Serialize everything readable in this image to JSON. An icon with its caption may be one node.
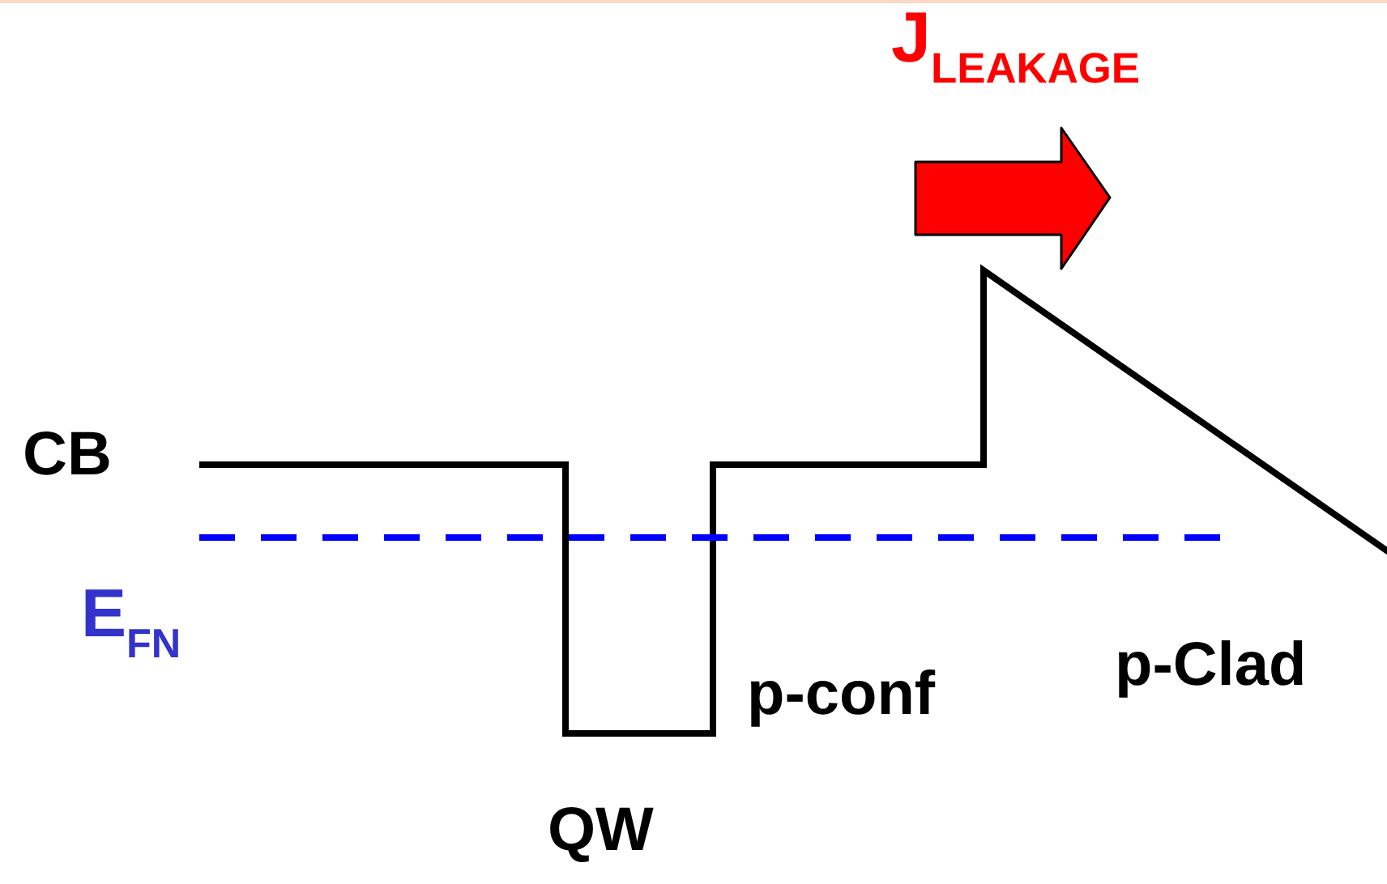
{
  "diagram": {
    "labels": [
      "J$_{LEAKAGE}$",
      "CB",
      "E$_{FN}$",
      "p-conf",
      "p-Clad",
      "QW"
    ]
  }
}
